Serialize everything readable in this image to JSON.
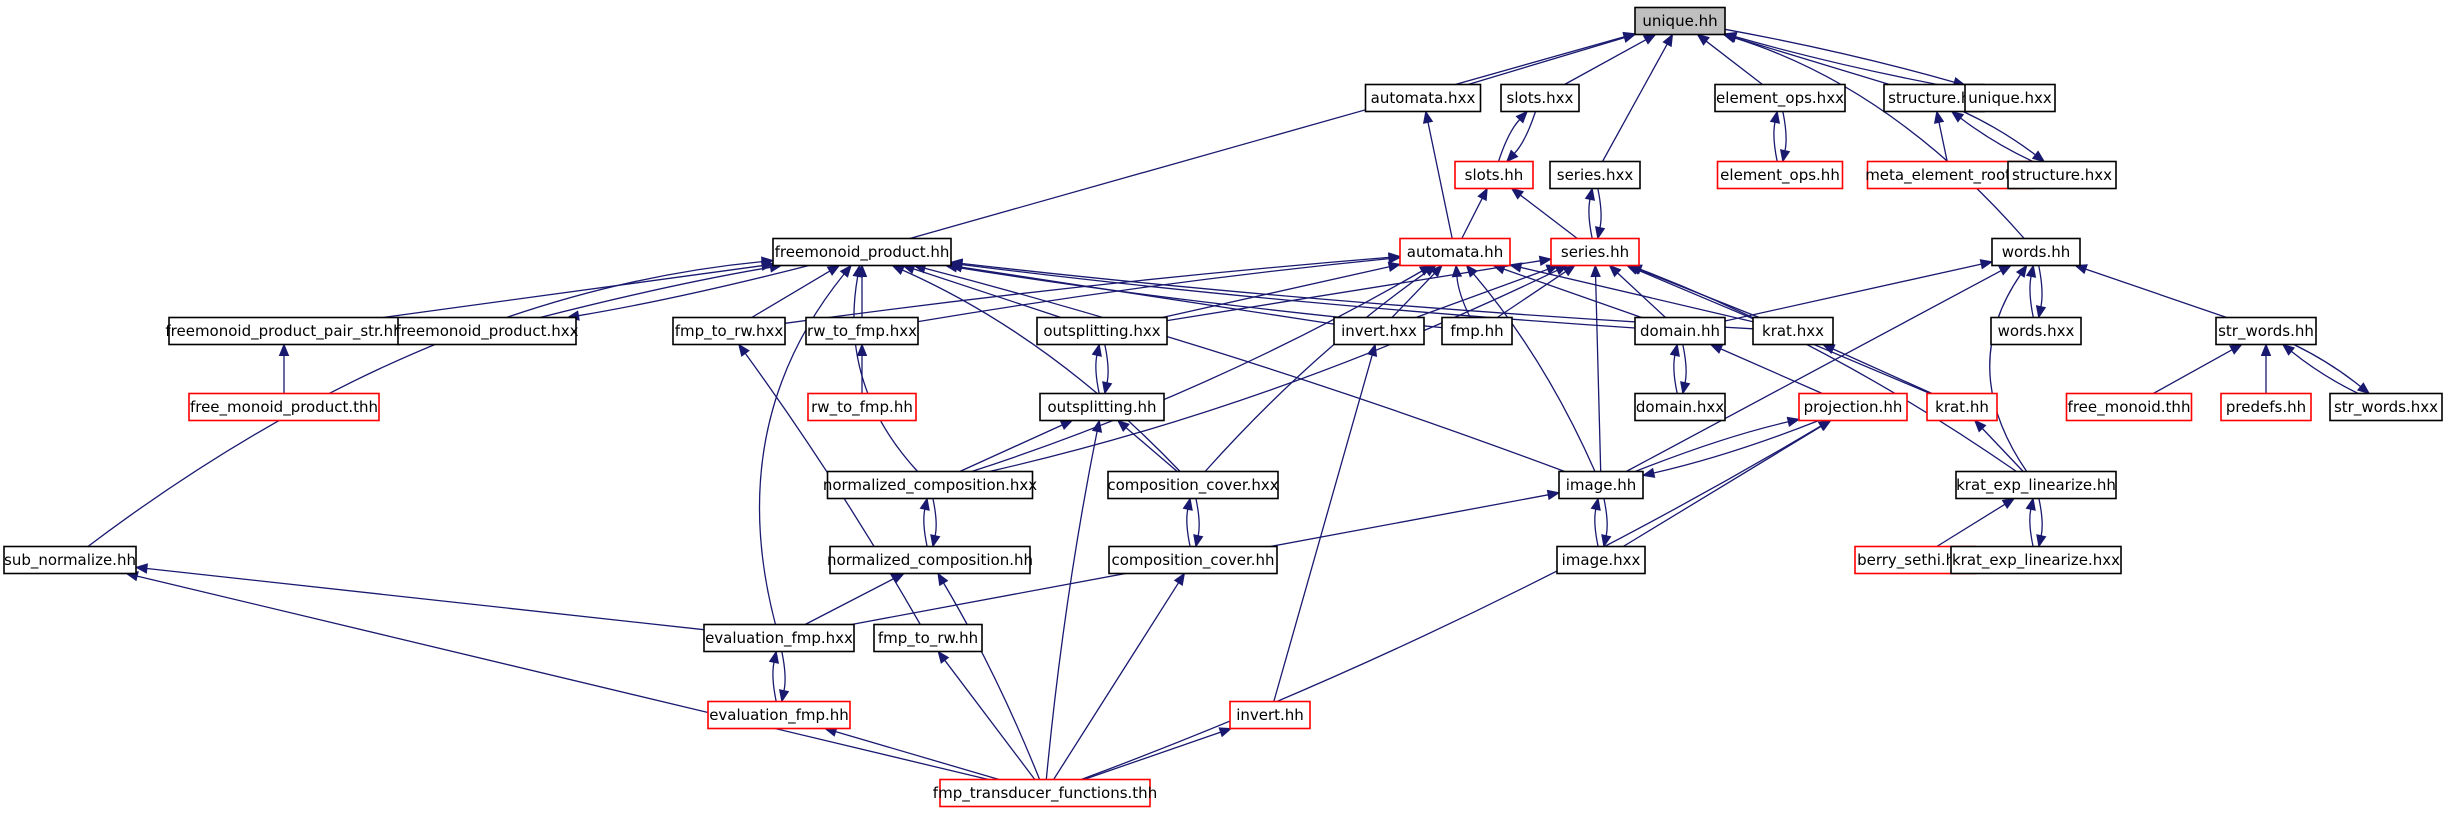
{
  "diagram": {
    "colors": {
      "edge": "#191970",
      "normal_border": "#000000",
      "highlight_border": "#ff0000",
      "root_fill": "#bfbfbf"
    },
    "nodes": [
      {
        "id": "unique_hh",
        "label": "unique.hh",
        "style": "root"
      },
      {
        "id": "automata_hxx",
        "label": "automata.hxx",
        "style": "normal"
      },
      {
        "id": "slots_hxx",
        "label": "slots.hxx",
        "style": "normal"
      },
      {
        "id": "element_ops_hxx",
        "label": "element_ops.hxx",
        "style": "normal"
      },
      {
        "id": "structure_hh",
        "label": "structure.hh",
        "style": "normal"
      },
      {
        "id": "unique_hxx",
        "label": "unique.hxx",
        "style": "normal"
      },
      {
        "id": "slots_hh",
        "label": "slots.hh",
        "style": "red"
      },
      {
        "id": "series_hxx",
        "label": "series.hxx",
        "style": "normal"
      },
      {
        "id": "element_ops_hh",
        "label": "element_ops.hh",
        "style": "red"
      },
      {
        "id": "meta_element_root_hh",
        "label": "meta_element_root.hh",
        "style": "red"
      },
      {
        "id": "structure_hxx",
        "label": "structure.hxx",
        "style": "normal"
      },
      {
        "id": "freemonoid_product_hh",
        "label": "freemonoid_product.hh",
        "style": "normal"
      },
      {
        "id": "automata_hh",
        "label": "automata.hh",
        "style": "red"
      },
      {
        "id": "series_hh",
        "label": "series.hh",
        "style": "red"
      },
      {
        "id": "words_hh",
        "label": "words.hh",
        "style": "normal"
      },
      {
        "id": "freemonoid_product_pair_str_hh",
        "label": "freemonoid_product_pair_str.hh",
        "style": "normal"
      },
      {
        "id": "freemonoid_product_hxx",
        "label": "freemonoid_product.hxx",
        "style": "normal"
      },
      {
        "id": "fmp_to_rw_hxx",
        "label": "fmp_to_rw.hxx",
        "style": "normal"
      },
      {
        "id": "rw_to_fmp_hxx",
        "label": "rw_to_fmp.hxx",
        "style": "normal"
      },
      {
        "id": "outsplitting_hxx",
        "label": "outsplitting.hxx",
        "style": "normal"
      },
      {
        "id": "invert_hxx",
        "label": "invert.hxx",
        "style": "normal"
      },
      {
        "id": "fmp_hh",
        "label": "fmp.hh",
        "style": "normal"
      },
      {
        "id": "domain_hh",
        "label": "domain.hh",
        "style": "normal"
      },
      {
        "id": "krat_hxx",
        "label": "krat.hxx",
        "style": "normal"
      },
      {
        "id": "words_hxx",
        "label": "words.hxx",
        "style": "normal"
      },
      {
        "id": "str_words_hh",
        "label": "str_words.hh",
        "style": "normal"
      },
      {
        "id": "free_monoid_product_thh",
        "label": "free_monoid_product.thh",
        "style": "red"
      },
      {
        "id": "rw_to_fmp_hh",
        "label": "rw_to_fmp.hh",
        "style": "red"
      },
      {
        "id": "outsplitting_hh",
        "label": "outsplitting.hh",
        "style": "normal"
      },
      {
        "id": "domain_hxx",
        "label": "domain.hxx",
        "style": "normal"
      },
      {
        "id": "projection_hh",
        "label": "projection.hh",
        "style": "red"
      },
      {
        "id": "krat_hh",
        "label": "krat.hh",
        "style": "red"
      },
      {
        "id": "free_monoid_thh",
        "label": "free_monoid.thh",
        "style": "red"
      },
      {
        "id": "predefs_hh",
        "label": "predefs.hh",
        "style": "red"
      },
      {
        "id": "str_words_hxx",
        "label": "str_words.hxx",
        "style": "normal"
      },
      {
        "id": "normalized_composition_hxx",
        "label": "normalized_composition.hxx",
        "style": "normal"
      },
      {
        "id": "composition_cover_hxx",
        "label": "composition_cover.hxx",
        "style": "normal"
      },
      {
        "id": "image_hh",
        "label": "image.hh",
        "style": "normal"
      },
      {
        "id": "krat_exp_linearize_hh",
        "label": "krat_exp_linearize.hh",
        "style": "normal"
      },
      {
        "id": "sub_normalize_hh",
        "label": "sub_normalize.hh",
        "style": "normal"
      },
      {
        "id": "normalized_composition_hh",
        "label": "normalized_composition.hh",
        "style": "normal"
      },
      {
        "id": "composition_cover_hh",
        "label": "composition_cover.hh",
        "style": "normal"
      },
      {
        "id": "image_hxx",
        "label": "image.hxx",
        "style": "normal"
      },
      {
        "id": "berry_sethi_hxx",
        "label": "berry_sethi.hxx",
        "style": "red"
      },
      {
        "id": "krat_exp_linearize_hxx",
        "label": "krat_exp_linearize.hxx",
        "style": "normal"
      },
      {
        "id": "evaluation_fmp_hxx",
        "label": "evaluation_fmp.hxx",
        "style": "normal"
      },
      {
        "id": "fmp_to_rw_hh",
        "label": "fmp_to_rw.hh",
        "style": "normal"
      },
      {
        "id": "evaluation_fmp_hh",
        "label": "evaluation_fmp.hh",
        "style": "red"
      },
      {
        "id": "invert_hh",
        "label": "invert.hh",
        "style": "red"
      },
      {
        "id": "fmp_transducer_functions_thh",
        "label": "fmp_transducer_functions.thh",
        "style": "red"
      }
    ]
  }
}
